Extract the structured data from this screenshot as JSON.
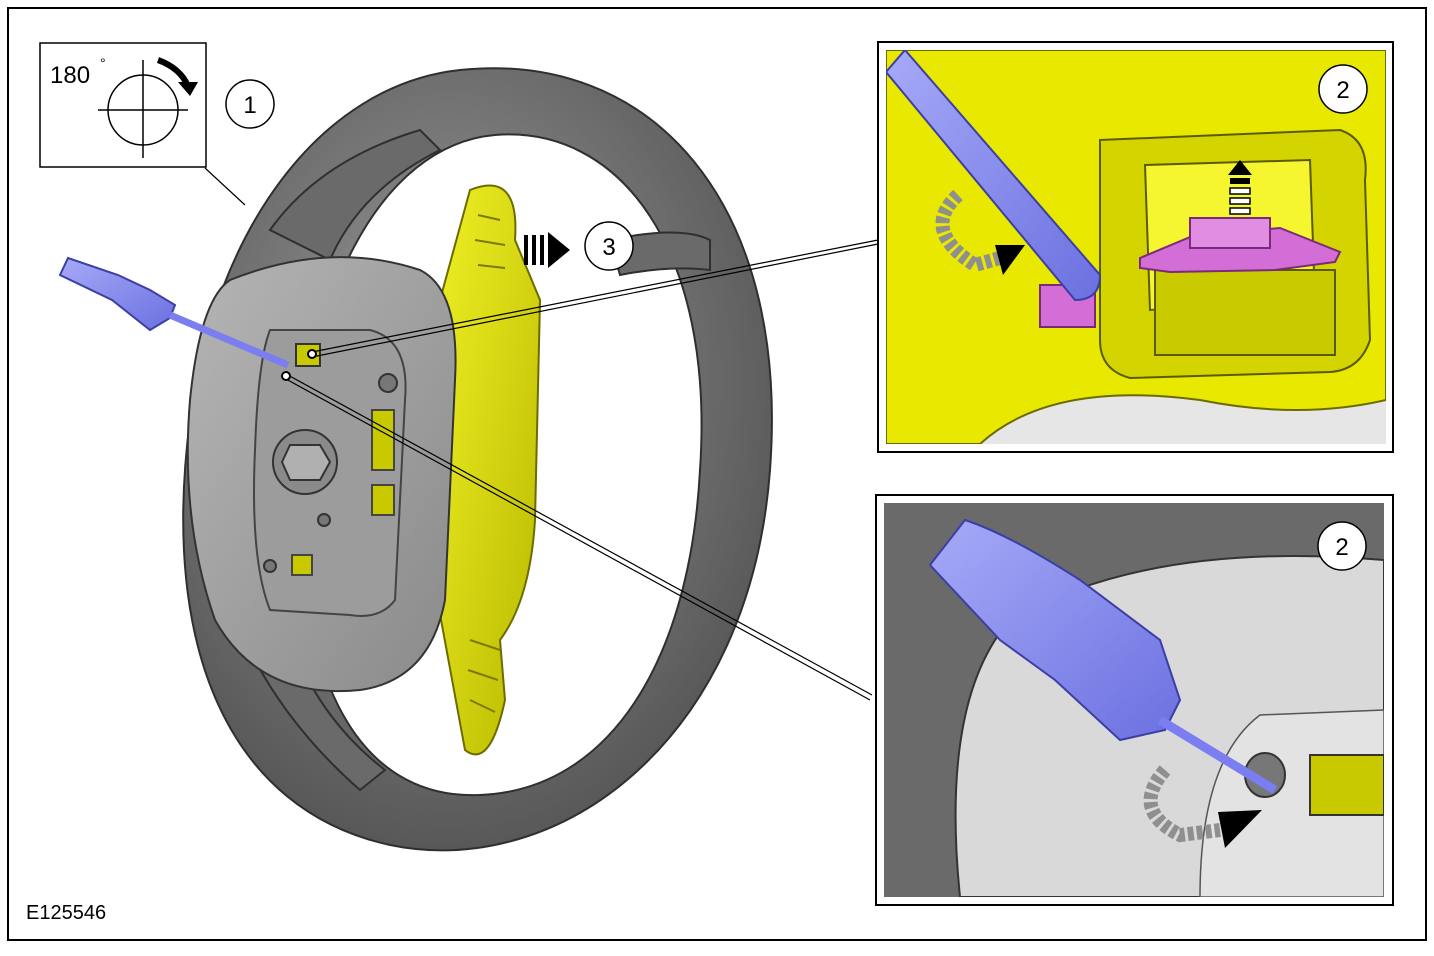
{
  "rotation_label": "180",
  "rotation_degree_symbol": "°",
  "callouts": {
    "step1": "1",
    "step2_top": "2",
    "step2_bottom": "2",
    "step3": "3"
  },
  "figure_id": "E125546",
  "colors": {
    "frame": "#000000",
    "wheel": "#7b7b7b",
    "wheel_dark": "#4a4a4a",
    "hub": "#a9a9a9",
    "airbag": "#c8c800",
    "airbag_bright": "#eded10",
    "tool": "#8a8ef0",
    "tool_dark": "#5a5ed0",
    "clip": "#d36ed6",
    "panel_bg": "#d8d8d8"
  },
  "icons": [
    "screwdriver-icon",
    "rotation-arrow-icon",
    "push-arrow-icon",
    "crosshair-icon"
  ]
}
